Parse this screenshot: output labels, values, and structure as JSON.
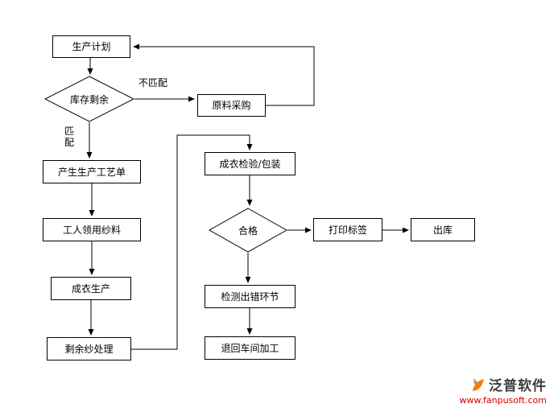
{
  "flowchart": {
    "nodes": {
      "production_plan": {
        "label": "生产计划"
      },
      "inventory_check": {
        "label": "库存剩余"
      },
      "raw_material_purchase": {
        "label": "原料采购"
      },
      "process_order": {
        "label": "产生生产工艺单"
      },
      "worker_yarn": {
        "label": "工人领用纱料"
      },
      "garment_production": {
        "label": "成衣生产"
      },
      "leftover_yarn": {
        "label": "剩余纱处理"
      },
      "inspection_packaging": {
        "label": "成衣检验/包装"
      },
      "qualified_check": {
        "label": "合格"
      },
      "print_label": {
        "label": "打印标签"
      },
      "warehouse_out": {
        "label": "出库"
      },
      "error_detection": {
        "label": "检测出错环节"
      },
      "return_workshop": {
        "label": "退回车间加工"
      }
    },
    "edge_labels": {
      "not_match": "不匹配",
      "match": "匹配"
    }
  },
  "branding": {
    "company": "泛普软件",
    "website": "www.fanpusoft.com",
    "accent_color": "#f07d00",
    "link_color": "#d40000"
  }
}
